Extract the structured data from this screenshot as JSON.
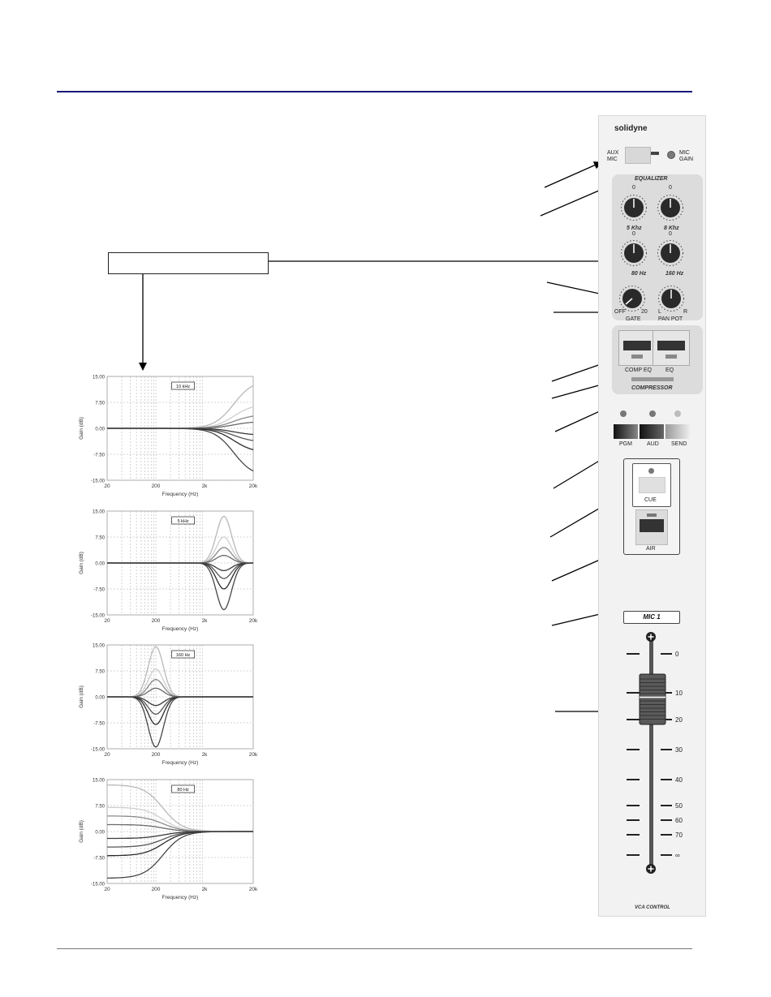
{
  "colors": {
    "rule": "#1a1a7a",
    "panel": "#f2f2f2",
    "section": "#dcdcdc",
    "knob": "#333333"
  },
  "charts": [
    {
      "chart_data": {
        "type": "line",
        "annotation": "10 kHz",
        "xlabel": "Frequency (Hz)",
        "ylabel": "Gain (dB)",
        "x_scale": "log",
        "xlim": [
          20,
          20000
        ],
        "ylim": [
          -15,
          15
        ],
        "x_ticks": [
          "20",
          "200",
          "2k",
          "20k"
        ],
        "y_ticks": [
          "15.00",
          "7.50",
          "0.00",
          "-7.50",
          "-15.00"
        ],
        "filter": "highshelf",
        "center_hz": 10000,
        "gains_db": [
          14,
          7,
          4,
          2,
          -2,
          -4,
          -7,
          -14
        ]
      }
    },
    {
      "chart_data": {
        "type": "line",
        "annotation": "5 kHz",
        "xlabel": "Frequency (Hz)",
        "ylabel": "Gain (dB)",
        "x_scale": "log",
        "xlim": [
          20,
          20000
        ],
        "ylim": [
          -15,
          15
        ],
        "x_ticks": [
          "20",
          "200",
          "2k",
          "20k"
        ],
        "y_ticks": [
          "15.00",
          "7.50",
          "0.00",
          "-7.50",
          "-15.00"
        ],
        "filter": "peak",
        "center_hz": 5000,
        "gains_db": [
          13.5,
          7.5,
          4.5,
          2.2,
          -2.2,
          -4.5,
          -7.5,
          -13.5
        ]
      }
    },
    {
      "chart_data": {
        "type": "line",
        "annotation": "160 Hz",
        "xlabel": "Frequency (Hz)",
        "ylabel": "Gain (dB)",
        "x_scale": "log",
        "xlim": [
          20,
          20000
        ],
        "ylim": [
          -15,
          15
        ],
        "x_ticks": [
          "20",
          "200",
          "2k",
          "20k"
        ],
        "y_ticks": [
          "15.00",
          "7.50",
          "0.00",
          "-7.50",
          "-15.00"
        ],
        "filter": "peak",
        "center_hz": 200,
        "gains_db": [
          14.5,
          8,
          5,
          2.5,
          -2.5,
          -5,
          -8,
          -14.5
        ]
      }
    },
    {
      "chart_data": {
        "type": "line",
        "annotation": "80 Hz",
        "xlabel": "Frequency (Hz)",
        "ylabel": "Gain (dB)",
        "x_scale": "log",
        "xlim": [
          20,
          20000
        ],
        "ylim": [
          -15,
          15
        ],
        "x_ticks": [
          "20",
          "200",
          "2k",
          "20k"
        ],
        "y_ticks": [
          "15.00",
          "7.50",
          "0.00",
          "-7.50",
          "-15.00"
        ],
        "filter": "lowshelf",
        "center_hz": 100,
        "gains_db": [
          13.5,
          7,
          4.5,
          2,
          -2,
          -4.5,
          -7,
          -13.5
        ]
      }
    }
  ],
  "panel": {
    "brand": "solidyne",
    "aux_mic": "AUX MIC",
    "mic_gain": "MIC GAIN",
    "eq_title": "EQUALIZER",
    "knob_zero": "0",
    "k5": "5 Khz",
    "k8": "8 Khz",
    "k80": "80 Hz",
    "k160": "160 Hz",
    "gate_off": "OFF",
    "gate_max": "20",
    "gate": "GATE",
    "pan_l": "L",
    "pan_r": "R",
    "pan": "PAN POT",
    "comp_eq": "COMP EQ",
    "eq": "EQ",
    "compressor": "COMPRESSOR",
    "pgm": "PGM",
    "aud": "AUD",
    "send": "SEND",
    "cue": "CUE",
    "air": "AIR",
    "channel": "MIC 1",
    "scale": [
      "0",
      "10",
      "20",
      "30",
      "40",
      "50",
      "60",
      "70",
      "∞"
    ],
    "vca": "VCA CONTROL"
  }
}
